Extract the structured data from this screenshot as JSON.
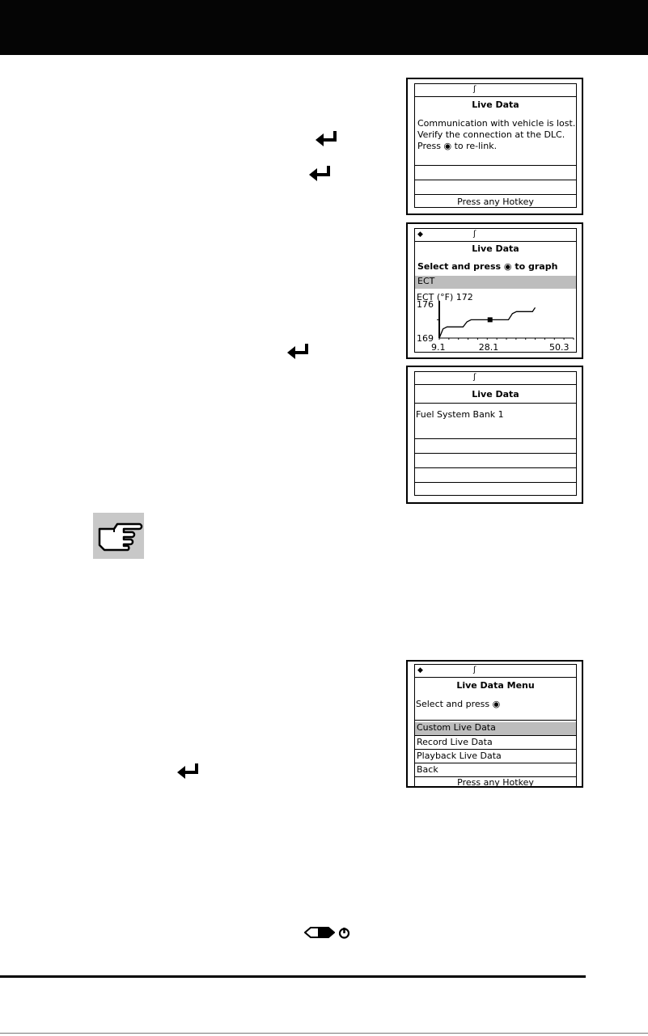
{
  "screen1": {
    "title": "Live Data",
    "line1": "Communication with vehicle is lost.",
    "line2": "Verify the connection at the DLC.",
    "line3a": "Press",
    "line3b": "to re-link.",
    "footer": "Press any Hotkey"
  },
  "screen2": {
    "title": "Live Data",
    "prompt_a": "Select and press",
    "prompt_b": "to graph",
    "selected": "ECT",
    "readout": "ECT (°F) 172"
  },
  "screen3": {
    "title": "Live Data",
    "item": "Fuel System Bank 1"
  },
  "screen4": {
    "title": "Live Data Menu",
    "prompt": "Select and press",
    "items": [
      "Custom Live Data",
      "Record Live Data",
      "Playback Live Data",
      "Back"
    ],
    "footer": "Press any Hotkey"
  },
  "chart_data": {
    "type": "line",
    "title": "",
    "xlabel": "",
    "ylabel": "",
    "x_ticks": [
      "9.1",
      "28.1",
      "50.3"
    ],
    "y_ticks": [
      "176",
      "169"
    ],
    "xlim": [
      9.1,
      50.3
    ],
    "ylim": [
      169,
      176
    ],
    "series": [
      {
        "x": [
          9.1,
          10.5,
          12.0,
          18.0,
          19.5,
          21.0,
          27.5,
          29.0,
          30.5,
          35.0,
          36.5,
          38.0,
          44.0,
          45.0
        ],
        "y": [
          169.0,
          170.8,
          171.2,
          171.2,
          172.2,
          172.6,
          172.6,
          172.6,
          172.6,
          172.6,
          173.8,
          174.2,
          174.2,
          175.0
        ]
      }
    ],
    "marker": {
      "x": 28.1,
      "y": 172.6
    }
  }
}
